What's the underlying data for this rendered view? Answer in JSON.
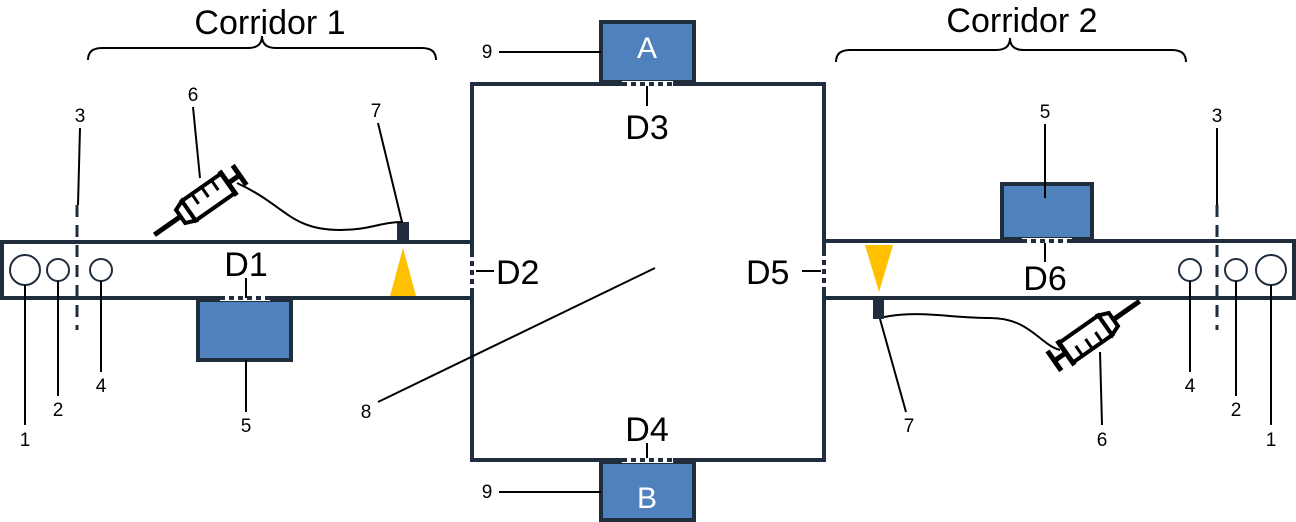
{
  "corridors": [
    {
      "label": "Corridor 1"
    },
    {
      "label": "Corridor 2"
    }
  ],
  "doors": {
    "d1": "D1",
    "d2": "D2",
    "d3": "D3",
    "d4": "D4",
    "d5": "D5",
    "d6": "D6"
  },
  "boxes": {
    "a": "A",
    "b": "B"
  },
  "numbers": {
    "n1": "1",
    "n2": "2",
    "n3": "3",
    "n4": "4",
    "n5": "5",
    "n6": "6",
    "n7": "7",
    "n8": "8",
    "n9": "9"
  },
  "colors": {
    "box_fill": "#4f81bd",
    "outline": "#1f2d3d",
    "marker": "#ffc000"
  },
  "icons": [
    "syringe-icon",
    "syringe-icon",
    "triangle-marker-icon",
    "triangle-marker-icon"
  ]
}
